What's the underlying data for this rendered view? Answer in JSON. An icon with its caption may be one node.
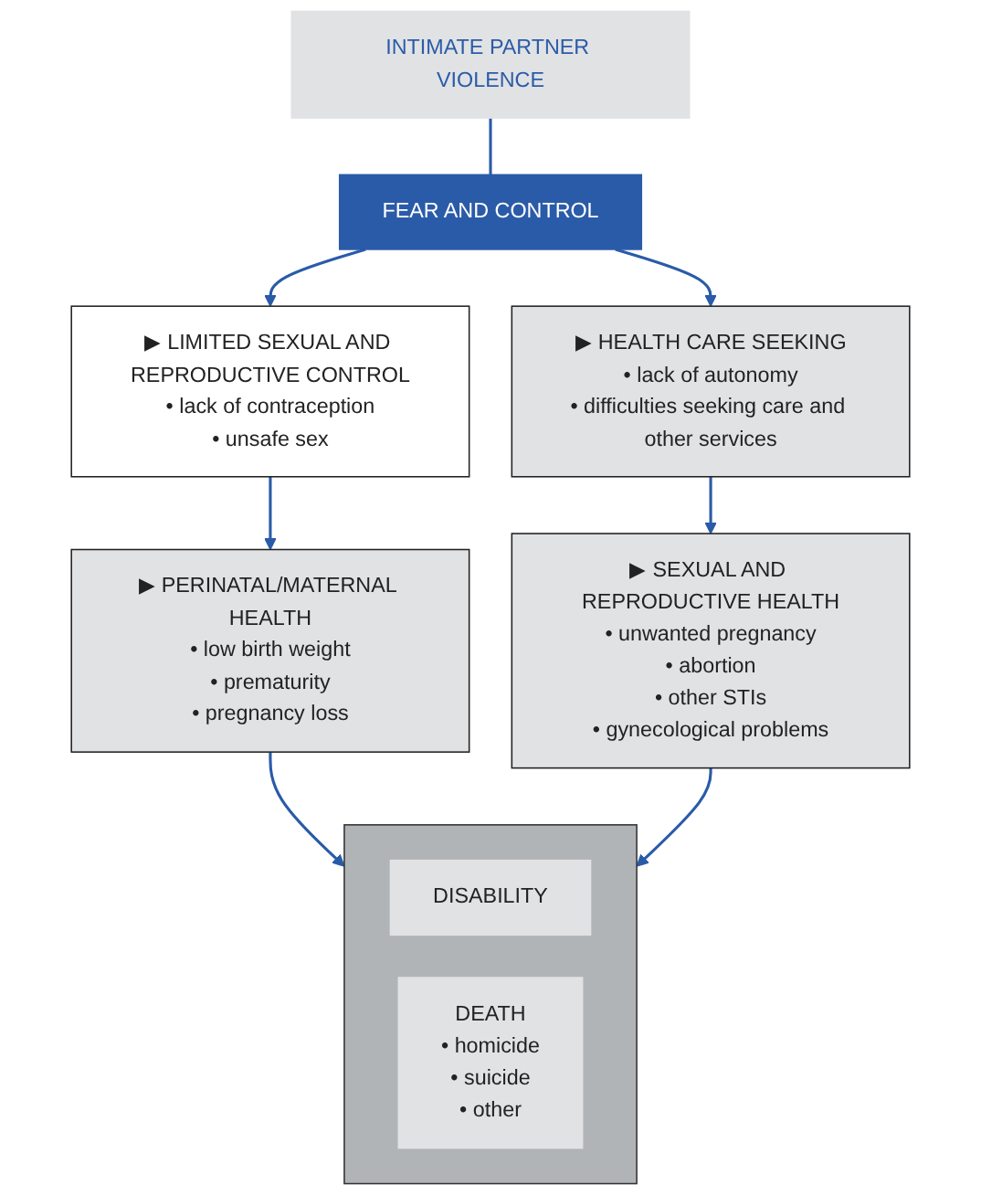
{
  "diagram": {
    "nodes": [
      {
        "text": [
          "INTIMATE PARTNER VIOLENCE"
        ]
      },
      {
        "text": [
          "FEAR AND CONTROL"
        ]
      },
      {
        "text": [
          "▶ LIMITED SEXUAL AND REPRODUCTIVE CONTROL",
          "• lack of contraception",
          "• unsafe sex"
        ]
      },
      {
        "text": [
          "▶ HEALTH CARE SEEKING",
          "• lack of autonomy",
          "• difficulties seeking care and other services"
        ]
      },
      {
        "text": [
          "▶ PERINATAL/MATERNAL HEALTH",
          "• low birth weight",
          "• prematurity",
          "• pregnancy loss"
        ]
      },
      {
        "text": [
          "▶ SEXUAL AND REPRODUCTIVE HEALTH",
          "• unwanted pregnancy",
          "• abortion",
          "• other STIs",
          "• gynecological problems"
        ]
      },
      {
        "text": [],
        "shape": "box"
      },
      {
        "text": [
          "DISABILITY"
        ],
        "in": 6
      },
      {
        "text": [
          "DEATH",
          "• homicide",
          "• suicide",
          "• other"
        ],
        "in": 6
      }
    ],
    "edges": [
      {
        "from": 0,
        "to": 1,
        "arrow": "none"
      },
      {
        "from": 1,
        "to": 2,
        "arrow": "to"
      },
      {
        "from": 1,
        "to": 3,
        "arrow": "to"
      },
      {
        "from": 2,
        "to": 4,
        "arrow": "to"
      },
      {
        "from": 3,
        "to": 5,
        "arrow": "to"
      },
      {
        "from": 4,
        "to": 6,
        "arrow": "to"
      },
      {
        "from": 5,
        "to": 6,
        "arrow": "to"
      }
    ]
  }
}
